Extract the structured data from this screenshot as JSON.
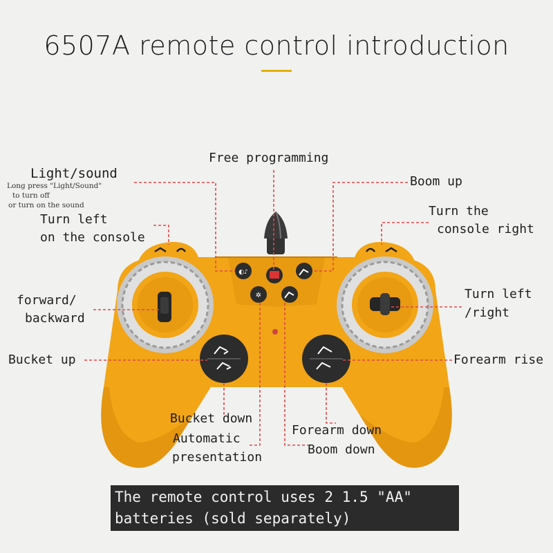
{
  "title": "6507A remote control introduction",
  "labels": {
    "free_programming": "Free programming",
    "light_sound": "Light/sound",
    "light_sound_note_1": "Long press \"Light/Sound\"",
    "light_sound_note_2": "to turn off",
    "light_sound_note_3": "or turn on the sound",
    "boom_up": "Boom up",
    "turn_the": "Turn the",
    "console_right": "console right",
    "turn_left": "Turn left",
    "on_the_console": "on the console",
    "forward": "forward/",
    "backward": "backward",
    "turn_left_right_1": "Turn left",
    "turn_left_right_2": "/right",
    "bucket_up": "Bucket up",
    "forearm_rise": "Forearm rise",
    "bucket_down": "Bucket down",
    "automatic": "Automatic",
    "presentation": "presentation",
    "forearm_down": "Forearm down",
    "boom_down": "Boom down"
  },
  "note": {
    "line1": "The remote control uses 2 1.5 \"AA\"",
    "line2": "batteries (sold separately)"
  },
  "colors": {
    "controller_body": "#f2a516",
    "controller_dark": "#d98a0c",
    "accent": "#e2b100",
    "leader_line": "#e04848",
    "button": "#2c2c2c",
    "note_bg": "#2b2b2b"
  },
  "icons": [
    "light-sound-icon",
    "programming-icon",
    "excavator-icon",
    "demo-icon",
    "bucket-icon",
    "forearm-icon",
    "antenna-icon",
    "joystick-icon"
  ]
}
